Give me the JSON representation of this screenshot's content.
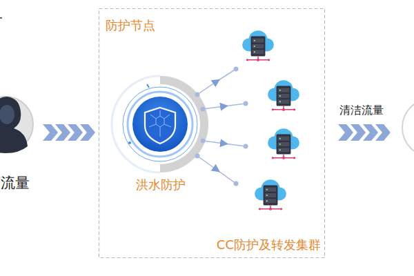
{
  "diagram": {
    "nodes": [
      {
        "text": [
          "流量"
        ]
      },
      {
        "text": [
          "防护节点"
        ]
      },
      {
        "text": [
          "洪水防护"
        ],
        "in": 1
      },
      {
        "text": [
          "CC防护及转发集群"
        ],
        "in": 1
      }
    ],
    "labels": [
      "清洁流量"
    ]
  }
}
